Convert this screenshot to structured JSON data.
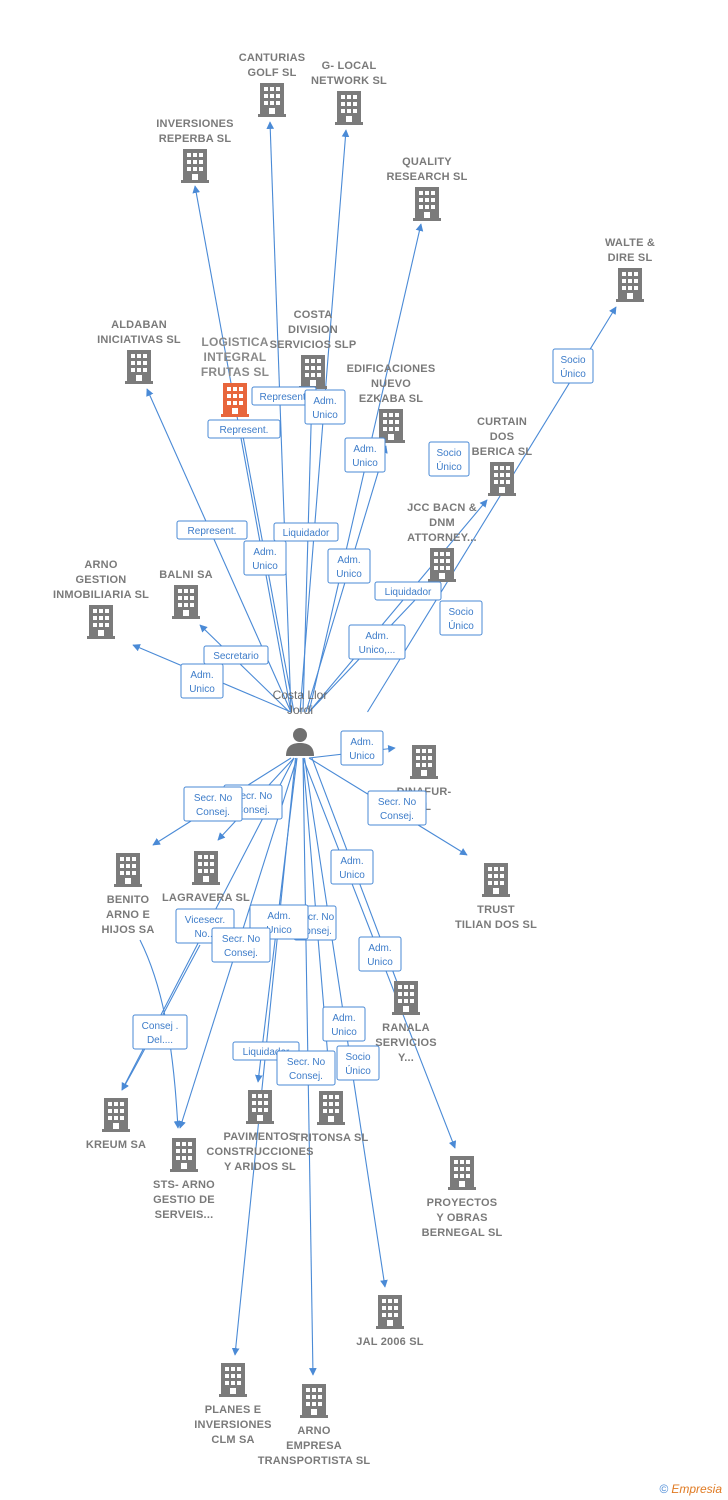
{
  "center": {
    "name_lines": [
      "Costa Llor",
      "Jordi"
    ],
    "icon": "person-icon"
  },
  "colors": {
    "edge": "#4a8ad6",
    "building": "#7b7b7b",
    "building_highlight": "#e8663c",
    "label": "#7a7a7a"
  },
  "nodes": [
    {
      "id": "canturias",
      "lines": [
        "CANTURIAS",
        "GOLF SL"
      ]
    },
    {
      "id": "glocal",
      "lines": [
        "G- LOCAL",
        "NETWORK SL"
      ]
    },
    {
      "id": "reperba",
      "lines": [
        "INVERSIONES",
        "REPERBA SL"
      ]
    },
    {
      "id": "quality",
      "lines": [
        "QUALITY",
        "RESEARCH SL"
      ]
    },
    {
      "id": "walte",
      "lines": [
        "WALTE &",
        "DIRE SL"
      ]
    },
    {
      "id": "aldaban",
      "lines": [
        "ALDABAN",
        "INICIATIVAS SL"
      ]
    },
    {
      "id": "logistica",
      "lines": [
        "LOGISTICA",
        "INTEGRAL",
        "FRUTAS SL"
      ],
      "highlight": true
    },
    {
      "id": "costadiv",
      "lines": [
        "COSTA",
        "DIVISION",
        "SERVICIOS SLP"
      ]
    },
    {
      "id": "edificaciones",
      "lines": [
        "EDIFICACIONES",
        "NUEVO",
        "EZKABA SL"
      ]
    },
    {
      "id": "curtain",
      "lines": [
        "CURTAIN",
        "DOS",
        "BERICA SL"
      ]
    },
    {
      "id": "jcc",
      "lines": [
        "JCC BACN &",
        "DNM",
        "ATTORNEY..."
      ]
    },
    {
      "id": "arnogestion",
      "lines": [
        "ARNO",
        "GESTION",
        "INMOBILIARIA SL"
      ]
    },
    {
      "id": "balni",
      "lines": [
        "BALNI SA"
      ]
    },
    {
      "id": "dinafur",
      "lines": [
        "DINAFUR-",
        "SL"
      ]
    },
    {
      "id": "trust",
      "lines": [
        "TRUST",
        "TILIAN DOS SL"
      ]
    },
    {
      "id": "benito",
      "lines": [
        "BENITO",
        "ARNO E",
        "HIJOS SA"
      ]
    },
    {
      "id": "lagravera",
      "lines": [
        "LAGRAVERA SL"
      ]
    },
    {
      "id": "ranala",
      "lines": [
        "RANALA",
        "SERVICIOS",
        "Y..."
      ]
    },
    {
      "id": "kreum",
      "lines": [
        "KREUM SA"
      ]
    },
    {
      "id": "sts",
      "lines": [
        "STS- ARNO",
        "GESTIO DE",
        "SERVEIS..."
      ]
    },
    {
      "id": "pavimentos",
      "lines": [
        "PAVIMENTOS",
        "CONSTRUCCIONES",
        "Y ARIDOS SL"
      ]
    },
    {
      "id": "tritonsa",
      "lines": [
        "TRITONSA SL"
      ]
    },
    {
      "id": "proyectos",
      "lines": [
        "PROYECTOS",
        "Y OBRAS",
        "BERNEGAL SL"
      ]
    },
    {
      "id": "jal",
      "lines": [
        "JAL 2006 SL"
      ]
    },
    {
      "id": "planes",
      "lines": [
        "PLANES E",
        "INVERSIONES",
        "CLM SA"
      ]
    },
    {
      "id": "arnoempresa",
      "lines": [
        "ARNO",
        "EMPRESA",
        "TRANSPORTISTA SL"
      ]
    }
  ],
  "relations": [
    {
      "id": "r1",
      "lines": [
        "Represent."
      ]
    },
    {
      "id": "r2",
      "lines": [
        "Represent."
      ]
    },
    {
      "id": "r3",
      "lines": [
        "Adm.",
        "Unico"
      ]
    },
    {
      "id": "r4",
      "lines": [
        "Adm.",
        "Unico"
      ]
    },
    {
      "id": "r5",
      "lines": [
        "Socio",
        "Único"
      ]
    },
    {
      "id": "r6",
      "lines": [
        "Socio",
        "Único"
      ]
    },
    {
      "id": "r7",
      "lines": [
        "Represent."
      ]
    },
    {
      "id": "r8",
      "lines": [
        "Liquidador"
      ]
    },
    {
      "id": "r9",
      "lines": [
        "Adm.",
        "Unico"
      ]
    },
    {
      "id": "r10",
      "lines": [
        "Adm.",
        "Unico"
      ]
    },
    {
      "id": "r11",
      "lines": [
        "Liquidador"
      ]
    },
    {
      "id": "r12",
      "lines": [
        "Socio",
        "Único"
      ]
    },
    {
      "id": "r13",
      "lines": [
        "Adm.",
        "Unico,..."
      ]
    },
    {
      "id": "r14",
      "lines": [
        "Secretario"
      ]
    },
    {
      "id": "r15",
      "lines": [
        "Adm.",
        "Unico"
      ]
    },
    {
      "id": "r16",
      "lines": [
        "Adm.",
        "Unico"
      ]
    },
    {
      "id": "r17",
      "lines": [
        "Secr. No",
        "Consej."
      ]
    },
    {
      "id": "r18",
      "lines": [
        "Secr. No",
        "Consej."
      ]
    },
    {
      "id": "r19",
      "lines": [
        "Secr. No",
        "Consej."
      ]
    },
    {
      "id": "r20",
      "lines": [
        "Adm.",
        "Unico"
      ]
    },
    {
      "id": "r21",
      "lines": [
        "Vicesecr.",
        "No..."
      ]
    },
    {
      "id": "r22",
      "lines": [
        "Secr. No",
        "Consej."
      ]
    },
    {
      "id": "r23",
      "lines": [
        "Adm.",
        "Unico"
      ]
    },
    {
      "id": "r24",
      "lines": [
        "Secr. No",
        "Consej."
      ]
    },
    {
      "id": "r25",
      "lines": [
        "Adm.",
        "Unico"
      ]
    },
    {
      "id": "r26",
      "lines": [
        "Consej .",
        "Del...."
      ]
    },
    {
      "id": "r27",
      "lines": [
        "Adm.",
        "Unico"
      ]
    },
    {
      "id": "r28",
      "lines": [
        "Liquidador"
      ]
    },
    {
      "id": "r29",
      "lines": [
        "Secr. No",
        "Consej."
      ]
    },
    {
      "id": "r30",
      "lines": [
        "Socio",
        "Único"
      ]
    }
  ],
  "footer": {
    "copyright": "©",
    "brand": "Empresia"
  }
}
